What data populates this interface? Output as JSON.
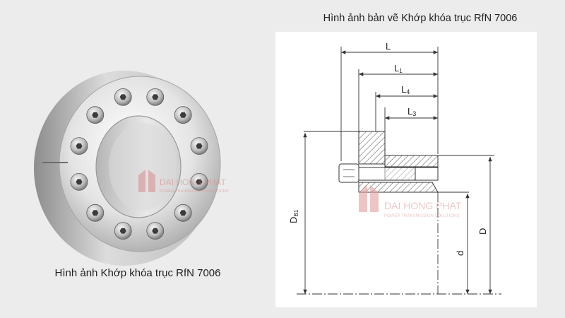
{
  "photo": {
    "caption": "Hình ảnh Khớp khóa trục RfN 7006"
  },
  "drawing": {
    "title": "Hình ảnh bản vẽ Khớp khóa trục RfN 7006",
    "dims": {
      "L": "L",
      "L1_base": "L",
      "L1_sub": "1",
      "L4_base": "L",
      "L4_sub": "4",
      "L3_base": "L",
      "L3_sub": "3",
      "DB1_base": "D",
      "DB1_sub": "B1",
      "D": "D",
      "d": "d"
    }
  },
  "watermark": {
    "brand": "DAI HONG PHAT",
    "tagline": "POWER TRANSMISSION SOLUTIONS",
    "color": "#e89a9a"
  },
  "colors": {
    "background": "#ececec",
    "drawing_bg": "#ffffff",
    "line": "#333333",
    "metal_light": "#f2f2f2",
    "metal_dark": "#9a9a9a"
  }
}
